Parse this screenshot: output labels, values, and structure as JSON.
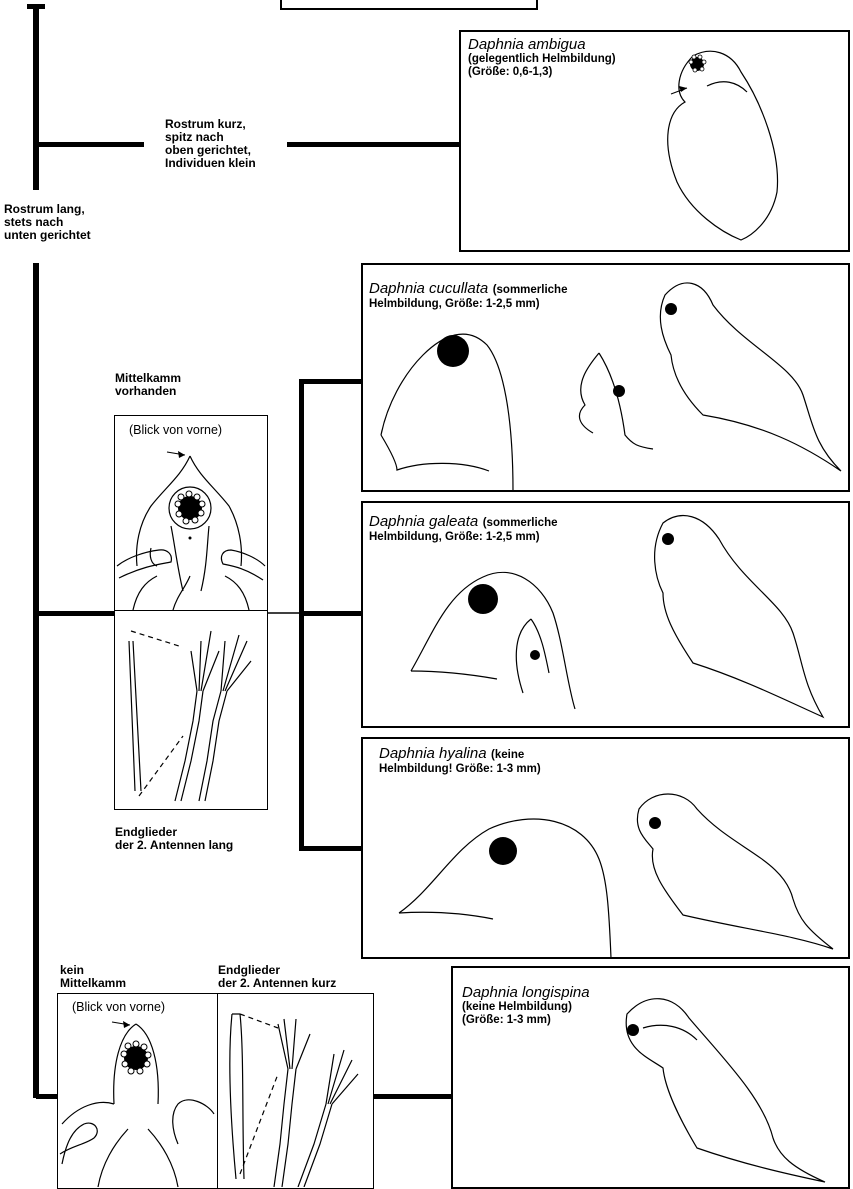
{
  "branches": {
    "rostrum_short": "Rostrum kurz,\nspitz nach\noben gerichtet,\nIndividuen klein",
    "rostrum_long": "Rostrum lang,\nstets nach\nunten gerichtet",
    "mittelkamm_present": "Mittelkamm\nvorhanden",
    "view_front": "(Blick von vorne)",
    "endglieder_long": "Endglieder\nder 2. Antennen lang",
    "kein_mittelkamm": "kein\nMittelkamm",
    "endglieder_short": "Endglieder\nder 2. Antennen kurz"
  },
  "species": [
    {
      "name": "Daphnia ambigua",
      "note": "(gelegentlich Helmbildung)\n(Größe: 0,6-1,3)"
    },
    {
      "name": "Daphnia cucullata",
      "note_inline": "(sommerliche",
      "note": "Helmbildung, Größe: 1-2,5 mm)"
    },
    {
      "name": "Daphnia galeata",
      "note_inline": "(sommerliche",
      "note": "Helmbildung, Größe: 1-2,5 mm)"
    },
    {
      "name": "Daphnia hyalina",
      "note_inline": "(keine",
      "note": "Helmbildung! Größe: 1-3 mm)"
    },
    {
      "name": "Daphnia longispina",
      "note": "(keine Helmbildung)\n(Größe: 1-3 mm)"
    }
  ]
}
